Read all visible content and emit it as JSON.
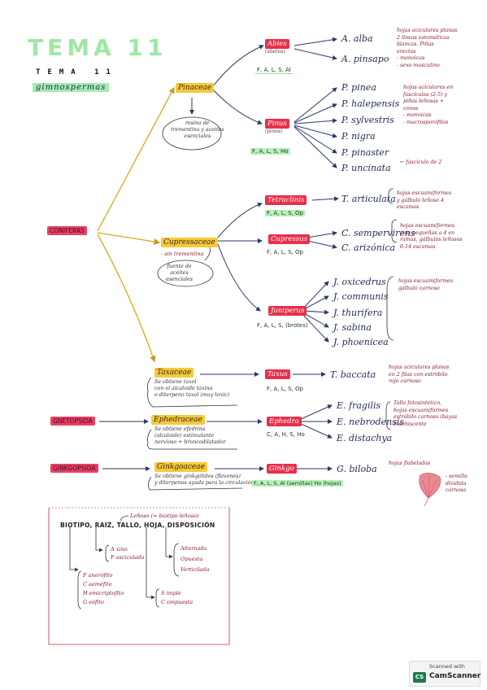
{
  "header": {
    "title": "TEMA 11",
    "subtitle": "TEMA 11",
    "topic": "gimnospermas"
  },
  "groups": {
    "coniferas": "CONIFERAS",
    "gnetopsida": "GNETOPSIDA",
    "ginkgopsida": "GINKGOPSIDA"
  },
  "families": {
    "pinaceae": {
      "label": "Pinaceae",
      "note": [
        "resina de",
        "trementina y aceites",
        "esenciales"
      ]
    },
    "cupressaceae": {
      "label": "Cupressaceae",
      "sub": "- sin trementina",
      "note": [
        "fuente de",
        "aceites",
        "esenciales"
      ]
    },
    "taxaceae": {
      "label": "Taxaceae",
      "note": [
        "Se obtiene taxol",
        "con el alcaloide taxina",
        "o diterpeno taxol (muy toxic)"
      ]
    },
    "ephedraceae": {
      "label": "Ephedraceae",
      "note": [
        "Se obtiene efedrina",
        "(alcaloide) estimulante",
        "nervioso + broncodilatador"
      ]
    },
    "ginkgoaceae": {
      "label": "Ginkgoaceae",
      "note": [
        "Se obtiene ginkgólidos (flavones)",
        "y diterpenos ayuda para la circulación"
      ]
    }
  },
  "genera": {
    "abies": {
      "label": "Abies",
      "sub": "(abetos)",
      "codes": "F, A, L, S, Al"
    },
    "pinus": {
      "label": "Pinus",
      "sub": "(pinos)",
      "codes": "F, A, L, S, Ho"
    },
    "tetraclinis": {
      "label": "Tetraclinis",
      "codes": "F, A, L, S, Op"
    },
    "cupressus": {
      "label": "Cupressus",
      "codes": "F, A, L, S, Op"
    },
    "juniperus": {
      "label": "Juniperus",
      "codes": "F, A, L, S, (brotes)"
    },
    "taxus": {
      "label": "Taxus",
      "codes": "F, A, L, S, Op"
    },
    "ephedra": {
      "label": "Ephedra",
      "codes": "C, A, H, S, Ho"
    },
    "ginkgo": {
      "label": "Ginkgo",
      "codes": "F, A, L, S, Al (semillas) Ho (hojas)"
    }
  },
  "species": {
    "abies": [
      "A. alba",
      "A. pinsapo"
    ],
    "pinus": [
      "P. pinea",
      "P. halepensis",
      "P. sylvestris",
      "P. nigra",
      "P. pinaster",
      "P. uncinata"
    ],
    "tetraclinis": [
      "T. articulata"
    ],
    "cupressus": [
      "C. sempervirens",
      "C. arizónica"
    ],
    "juniperus": [
      "J. oxicedrus",
      "J. communis",
      "J. thurifera",
      "J. sabina",
      "J. phoenicea"
    ],
    "taxus": [
      "T. baccata"
    ],
    "ephedra": [
      "E. fragilis",
      "E. nebrodensis",
      "E. distachya"
    ],
    "ginkgo": [
      "G. biloba"
    ]
  },
  "notes": {
    "abies": [
      "hojas aciculares planas",
      "2 líneas estomáticas",
      "blancas. Piñas",
      "erectas",
      "- monoicas",
      "- sexo masculino"
    ],
    "pinus": [
      "hojas aciculares en",
      "fascículos (2-5) y",
      "piñas leñosas +",
      "conos",
      "- monoicas",
      "- macrosporófilos"
    ],
    "pinus_extra": "← fascículo de 2",
    "tetraclinis": [
      "hojas escuamiformes",
      "y gálbulo leñoso 4",
      "escamas"
    ],
    "cupressus": [
      "hojas escuamiformes",
      "más pequeñas a 4 en",
      "ramas, gálbulos leñosos",
      "6-14 escamas"
    ],
    "juniperus": [
      "hojas escuamiformes",
      "gálbulo carnoso"
    ],
    "taxus": [
      "hojas aciculares planas",
      "en 2 filas con estróbilo",
      "rojo carnoso"
    ],
    "ephedra": [
      "Tallo fotosintético,",
      "hojas escuamiformes",
      "estróbilo carnoso (bayas",
      "indehiscente"
    ],
    "ginkgo": [
      "hojas flabeladas"
    ],
    "ginkgo_side": [
      "- semilla",
      "dividida",
      "carnosa"
    ]
  },
  "legend": {
    "header": "BIOTIPO, RAIZ, TALLO, HOJA, DISPOSICIÓN",
    "above": "Leñoso (= biotipo leñoso)",
    "raiz": [
      "A xino",
      "F asciculada"
    ],
    "biotipo": [
      "F anerófito",
      "C aeméfito",
      "H emicriptofito",
      "G eófito"
    ],
    "hoja": [
      "S imple",
      "C ompuesta"
    ],
    "disposicion": [
      "Alternada",
      "Opuesta",
      "Verticilada"
    ]
  },
  "footer": {
    "line1": "Scanned with",
    "brand": "CamScanner"
  }
}
